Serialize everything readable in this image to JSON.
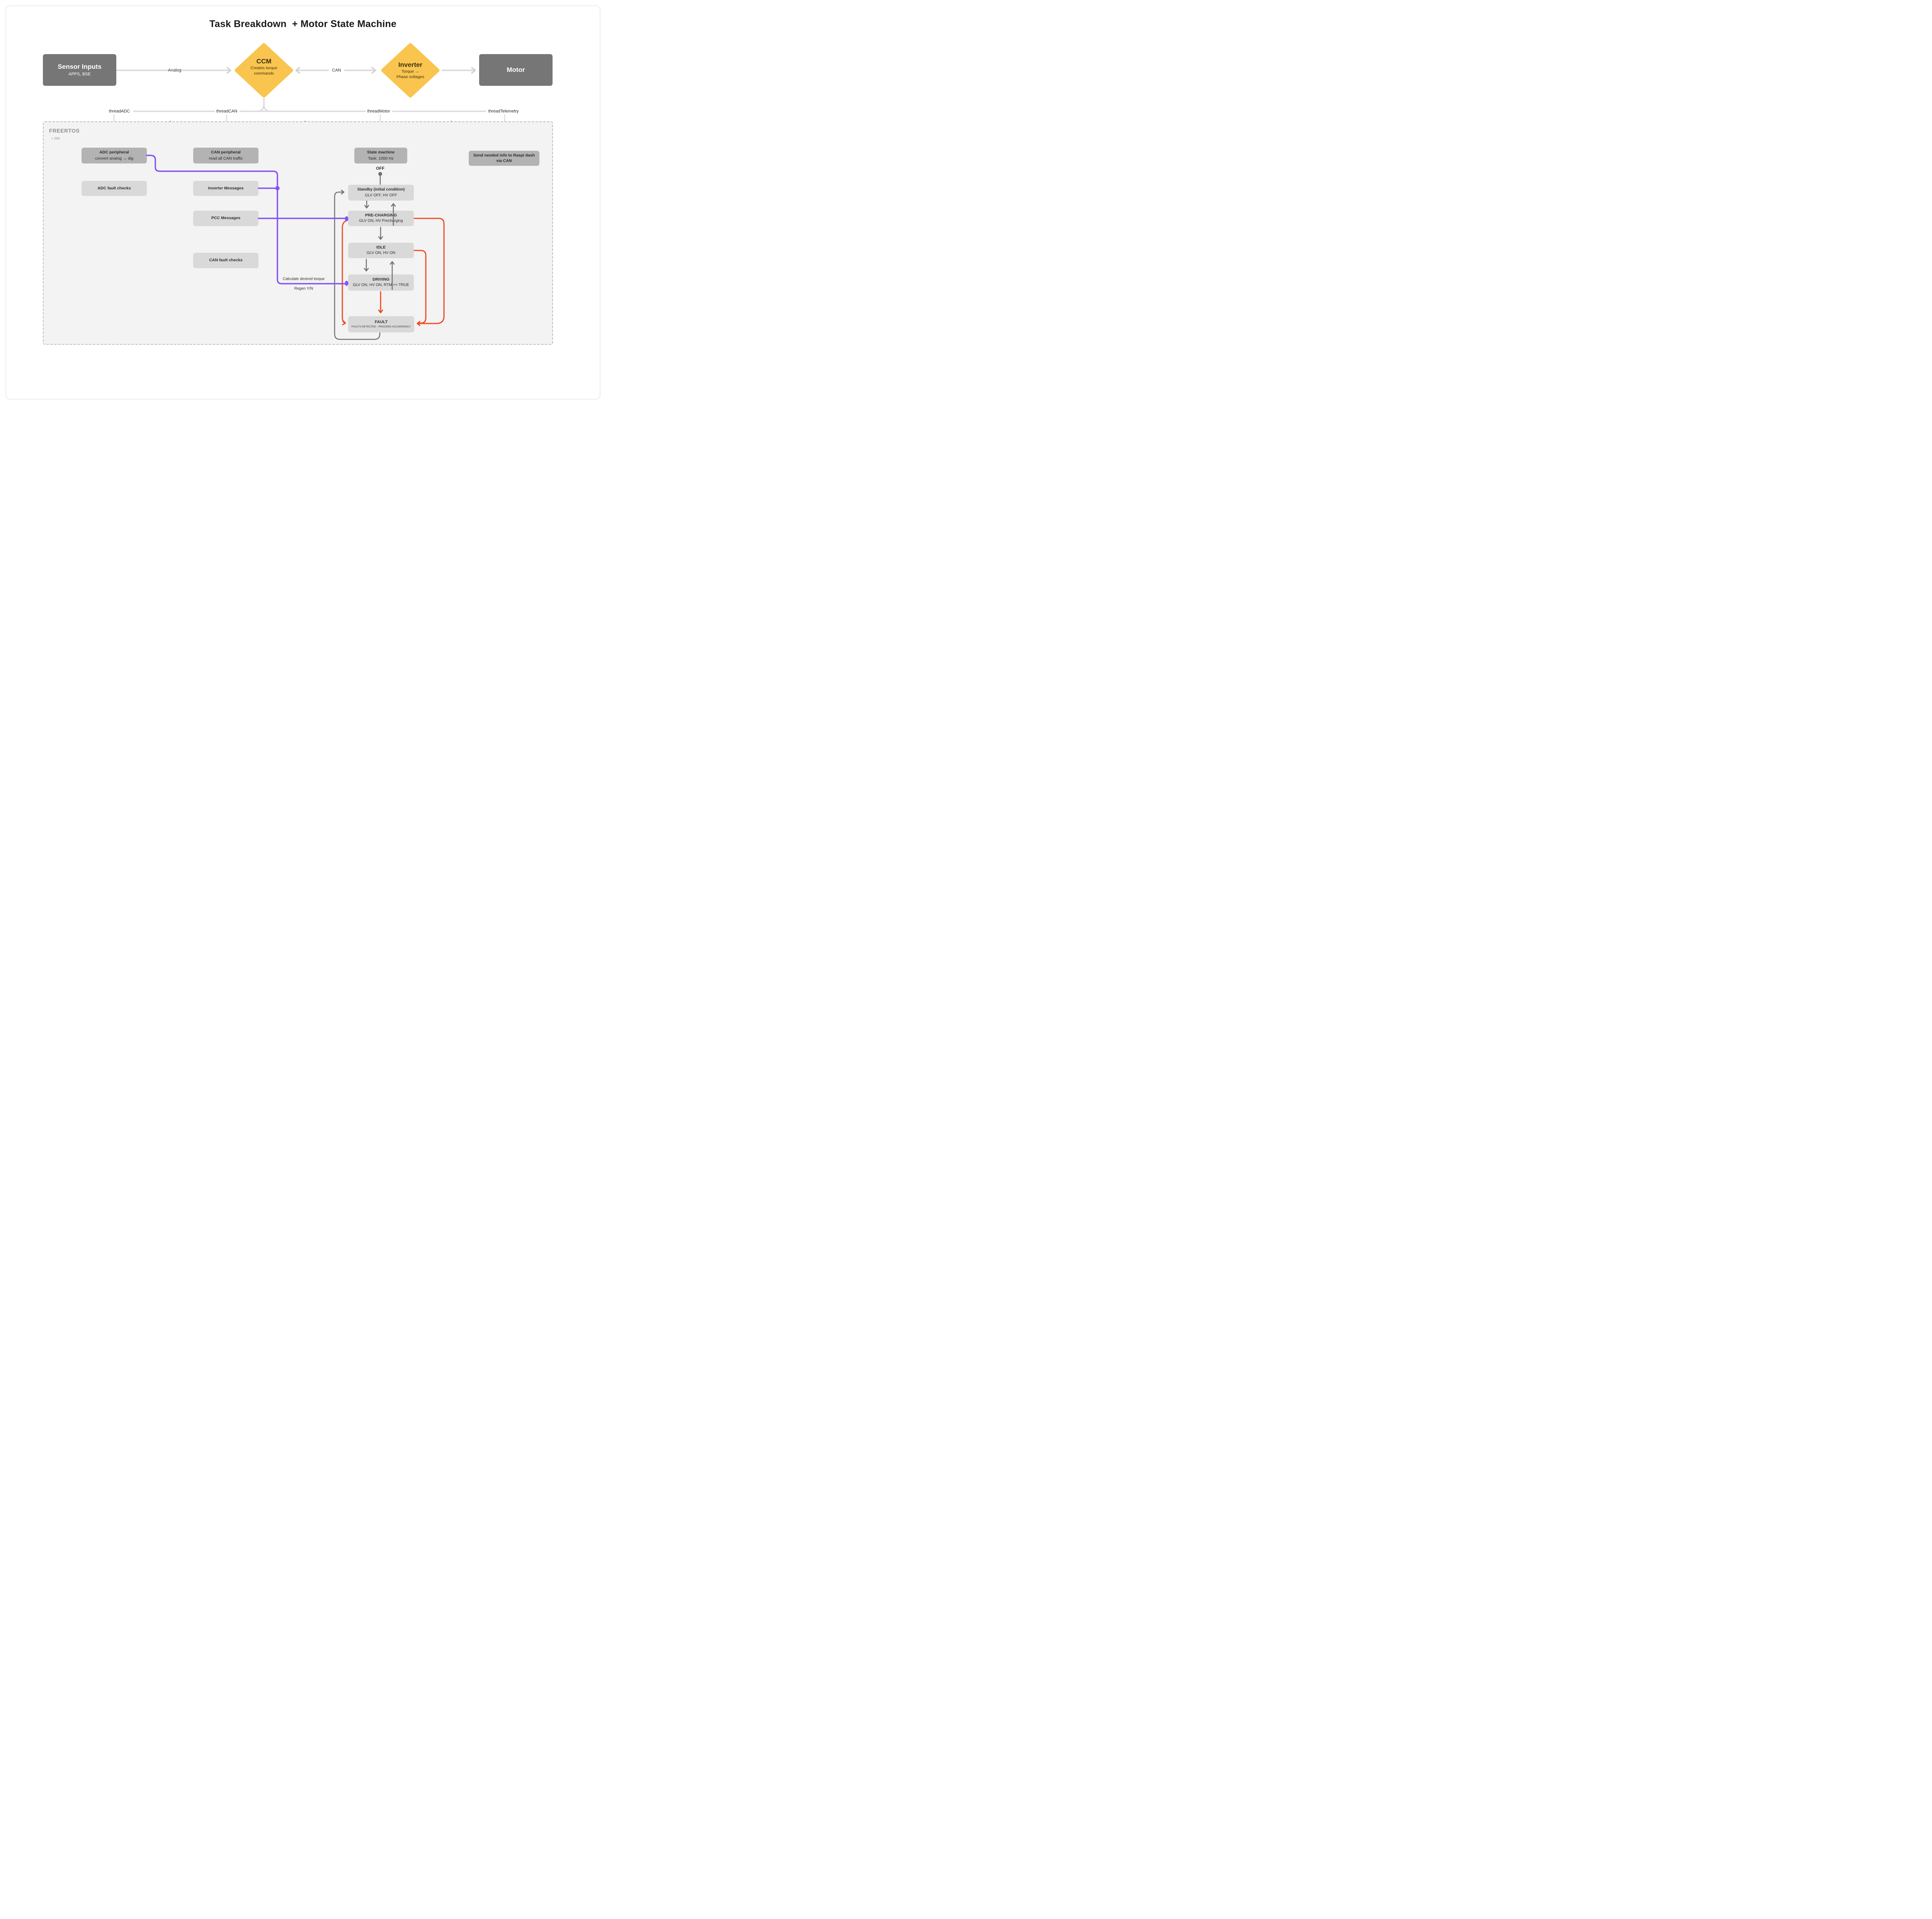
{
  "title": "Task Breakdown  + Motor State Machine",
  "colors": {
    "yellow": "#f9c54f",
    "box-dark": "#767676",
    "box-mid": "#b3b3b3",
    "box-light": "#d9d9d9",
    "purple": "#8552f7",
    "red": "#f04a21",
    "line-light": "#dcdcdc",
    "line-dark": "#6f6f6f",
    "ink": "#1a1a1a",
    "freertos-bg": "#f3f3f3",
    "freertos-label": "#8f8f8f"
  },
  "top_flow": {
    "sensor": {
      "title": "Sensor Inputs",
      "subtitle": "APPS, BSE"
    },
    "analog_label": "Analog",
    "ccm": {
      "title": "CCM",
      "subtitle": "Creates torque commands"
    },
    "can_label": "CAN",
    "inverter": {
      "title": "Inverter",
      "subtitle_line1": "Torque →",
      "subtitle_line2": "Phase voltages"
    },
    "motor": {
      "title": "Motor"
    }
  },
  "threads": {
    "adc": "threadADC",
    "can": "threadCAN",
    "motor": "threadMotor",
    "telemetry": "threadTelemetry"
  },
  "freertos": {
    "title": "FREERTOS",
    "subtitle": "+ ISR"
  },
  "tasks": {
    "adc_peripheral": {
      "title": "ADC peripheral",
      "subtitle": "convert analog → dig"
    },
    "adc_fault": {
      "title": "ADC fault checks"
    },
    "can_peripheral": {
      "title": "CAN peripheral",
      "subtitle": "read all CAN traffic"
    },
    "inverter_messages": {
      "title": "Inverter Messages"
    },
    "pcc_messages": {
      "title": "PCC Messages"
    },
    "can_fault": {
      "title": "CAN fault checks"
    },
    "state_machine_task": {
      "title": "State machine",
      "subtitle": "Task: 1000 Hz"
    },
    "telemetry": {
      "title": "Send needed info to Raspi dash via CAN"
    }
  },
  "state_machine": {
    "off_label": "OFF",
    "states": [
      {
        "title": "Standby (initial condition)",
        "subtitle": "GLV OFF, HV OFF"
      },
      {
        "title": "PRE-CHARGING",
        "subtitle": "GLV ON, HV Precharging"
      },
      {
        "title": "IDLE",
        "subtitle": "GLV ON, HV ON"
      },
      {
        "title": "DRIVING",
        "subtitle": "GLV ON, HV ON, RTM == TRUE"
      },
      {
        "title": "FAULT",
        "subtitle": "FAULTS DETECTED - PROCEED ACCORDINGLY"
      }
    ],
    "torque_note_line1": "Calculate desired torque",
    "torque_note_line2": "Regen Y/N"
  }
}
